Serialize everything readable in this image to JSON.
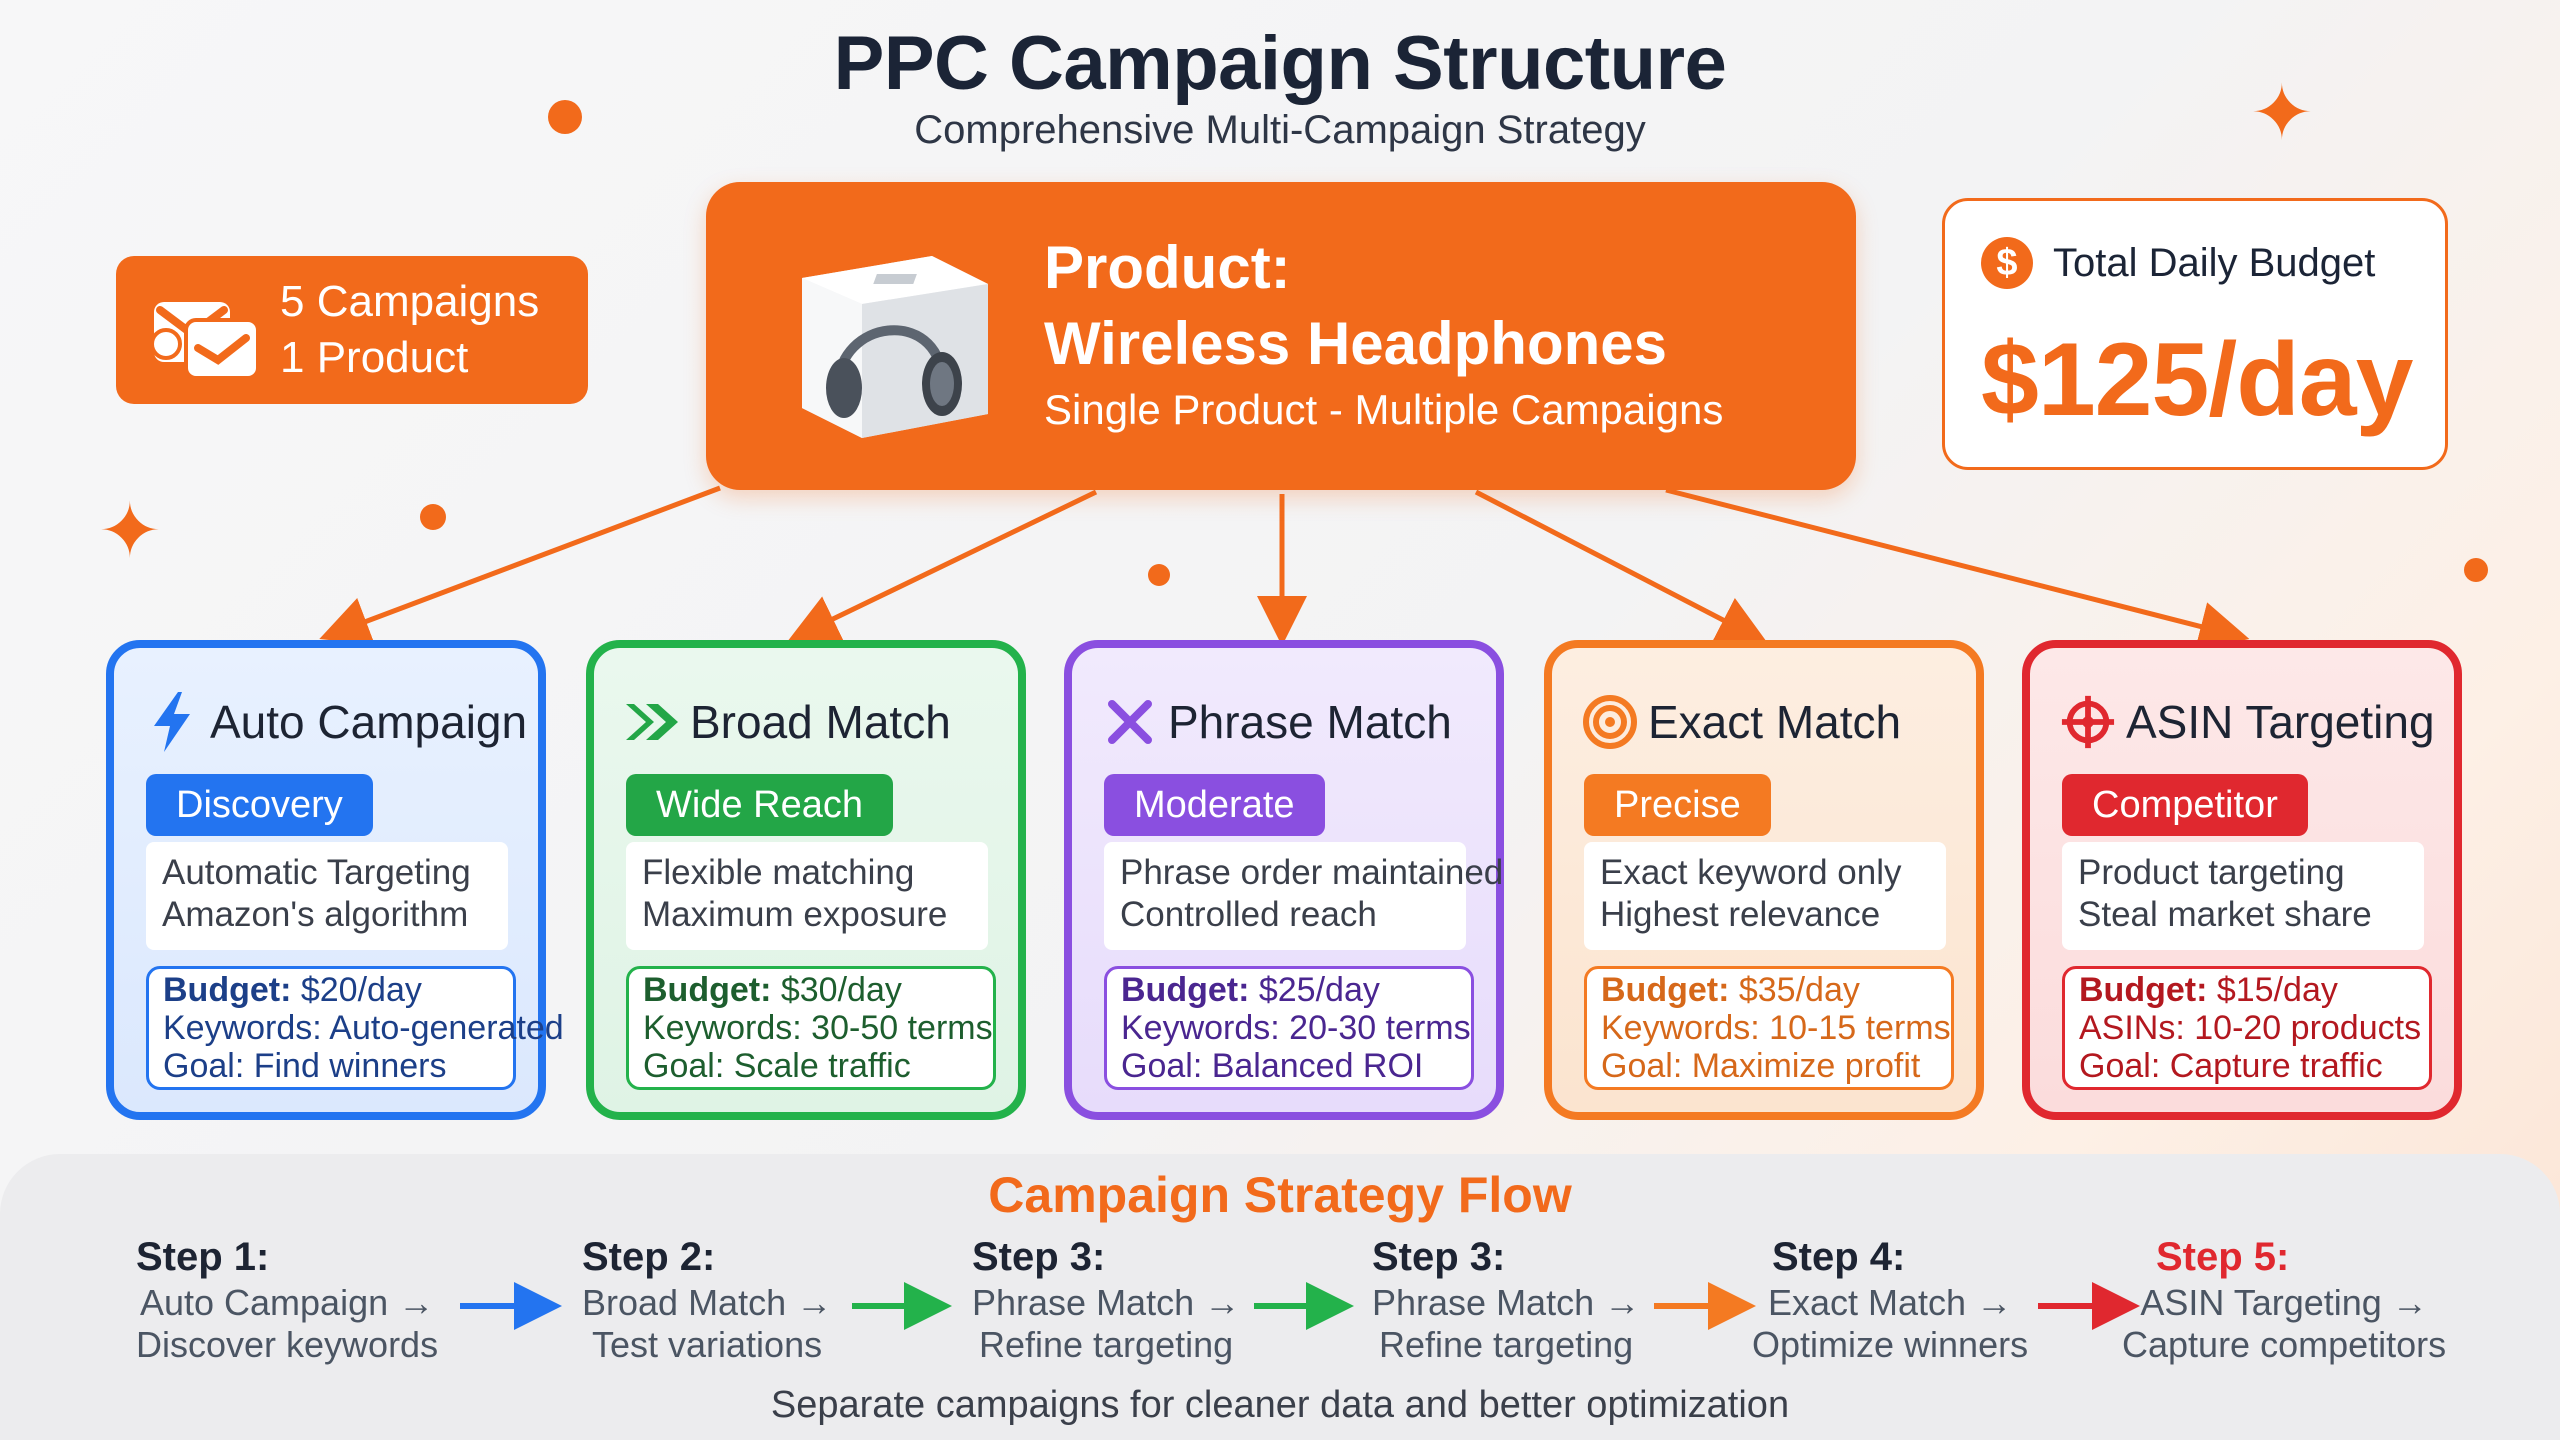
{
  "header": {
    "title": "PPC Campaign Structure",
    "subtitle": "Comprehensive Multi-Campaign Strategy"
  },
  "badge": {
    "line1": "5 Campaigns",
    "line2": "1 Product",
    "icon": "envelope-icon"
  },
  "product": {
    "label_line1": "Product:",
    "label_line2": "Wireless Headphones",
    "sub": "Single Product - Multiple Campaigns",
    "image": "headphones-box-image"
  },
  "budget": {
    "label": "Total Daily Budget",
    "value": "$125/day",
    "icon": "dollar-coin-icon"
  },
  "colors": {
    "accent": "#f26a1b",
    "blue": "#2374f0",
    "green": "#23b24b",
    "purple": "#8a4fe0",
    "orange": "#f47a22",
    "red": "#e0282f"
  },
  "campaigns": [
    {
      "title": "Auto Campaign",
      "icon": "lightning-icon",
      "tag": "Discovery",
      "desc1": "Automatic Targeting",
      "desc2": "Amazon's algorithm",
      "k1": "Budget:",
      "v1": " $20/day",
      "k2": "Keywords:",
      "v2": " Auto-generated",
      "k3": "Goal:",
      "v3": " Find winners"
    },
    {
      "title": "Broad Match",
      "icon": "double-chevron-icon",
      "tag": "Wide Reach",
      "desc1": "Flexible matching",
      "desc2": "Maximum exposure",
      "k1": "Budget:",
      "v1": " $30/day",
      "k2": "Keywords:",
      "v2": " 30-50 terms",
      "k3": "Goal:",
      "v3": " Scale traffic"
    },
    {
      "title": "Phrase Match",
      "icon": "cross-icon",
      "tag": "Moderate",
      "desc1": "Phrase order maintained",
      "desc2": "Controlled reach",
      "k1": "Budget:",
      "v1": " $25/day",
      "k2": "Keywords:",
      "v2": " 20-30 terms",
      "k3": "Goal:",
      "v3": " Balanced ROI"
    },
    {
      "title": "Exact Match",
      "icon": "target-icon",
      "tag": "Precise",
      "desc1": "Exact keyword only",
      "desc2": "Highest relevance",
      "k1": "Budget:",
      "v1": " $35/day",
      "k2": "Keywords:",
      "v2": " 10-15 terms",
      "k3": "Goal:",
      "v3": " Maximize profit"
    },
    {
      "title": "ASIN Targeting",
      "icon": "crosshair-icon",
      "tag": "Competitor",
      "desc1": "Product targeting",
      "desc2": "Steal market share",
      "k1": "Budget:",
      "v1": " $15/day",
      "k2": "ASINs:",
      "v2": " 10-20 products",
      "k3": "Goal:",
      "v3": " Capture traffic"
    }
  ],
  "flow": {
    "title": "Campaign Strategy Flow",
    "steps": [
      {
        "label": "Step 1:",
        "line1": "Auto Campaign →",
        "line2": "Discover keywords"
      },
      {
        "label": "Step 2:",
        "line1": "Broad Match →",
        "line2": "Test variations"
      },
      {
        "label": "Step 3:",
        "line1": "Phrase Match →",
        "line2": "Refine targeting"
      },
      {
        "label": "Step 3:",
        "line1": "Phrase Match →",
        "line2": "Refine targeting"
      },
      {
        "label": "Step 4:",
        "line1": "Exact Match →",
        "line2": "Optimize winners"
      },
      {
        "label": "Step 5:",
        "line1": "ASIN Targeting →",
        "line2": "Capture competitors"
      }
    ],
    "note": "Separate campaigns for cleaner data and better optimization"
  }
}
